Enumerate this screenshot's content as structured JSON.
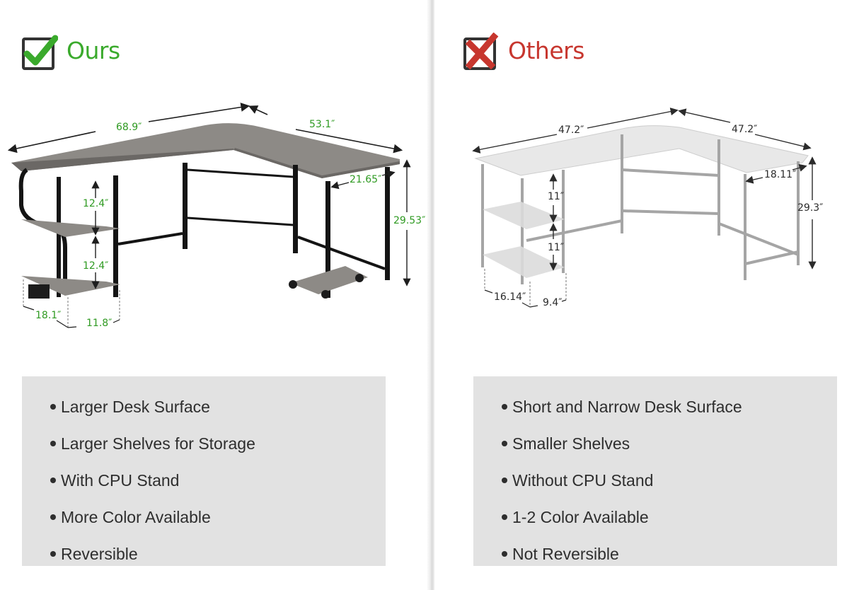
{
  "colors": {
    "ours_accent": "#3aaa2c",
    "others_accent": "#c7362e",
    "feature_box_bg": "#e2e2e2",
    "feature_text": "#2e2e2e",
    "checkbox_border": "#333333"
  },
  "ours": {
    "title": "Ours",
    "icon": "green-checkmark-in-box",
    "dimensions": {
      "long_side": "68.9″",
      "short_side": "53.1″",
      "depth": "21.65″",
      "height": "29.53″",
      "shelf_gap_top": "12.4″",
      "shelf_gap_bottom": "12.4″",
      "shelf_length": "18.1″",
      "shelf_width": "11.8″"
    },
    "features": [
      "Larger Desk Surface",
      "Larger Shelves for Storage",
      "With CPU Stand",
      "More Color Available",
      "Reversible"
    ]
  },
  "others": {
    "title": "Others",
    "icon": "red-x-in-box",
    "dimensions": {
      "long_side": "47.2″",
      "short_side": "47.2″",
      "depth": "18.11″",
      "height": "29.3″",
      "shelf_gap_top": "11″",
      "shelf_gap_bottom": "11″",
      "shelf_length": "16.14″",
      "shelf_width": "9.4″"
    },
    "features": [
      "Short and Narrow Desk Surface",
      "Smaller Shelves",
      "Without CPU Stand",
      "1-2 Color Available",
      "Not Reversible"
    ]
  }
}
